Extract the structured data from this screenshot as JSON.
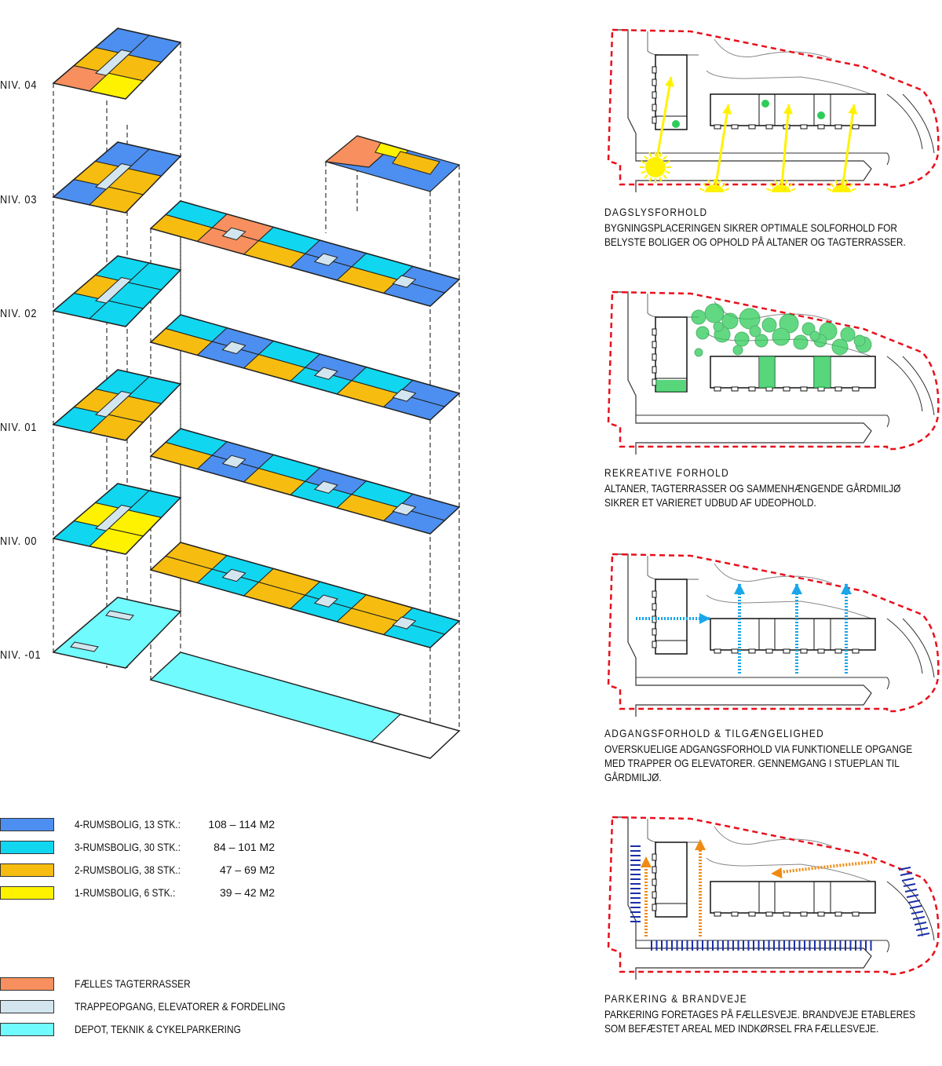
{
  "levels": [
    "NIV. 04",
    "NIV. 03",
    "NIV. 02",
    "NIV. 01",
    "NIV. 00",
    "NIV. -01"
  ],
  "legend_units": [
    {
      "label": "4-RUMSBOLIG, 13 STK.:",
      "area": "108 – 114 M2",
      "color": "#4d8ff0"
    },
    {
      "label": "3-RUMSBOLIG, 30 STK.:",
      "area": "84 – 101 M2",
      "color": "#11d6f0"
    },
    {
      "label": "2-RUMSBOLIG, 38 STK.:",
      "area": "47 – 69 M2",
      "color": "#f6bd10"
    },
    {
      "label": "1-RUMSBOLIG, 6 STK.:",
      "area": "39 – 42 M2",
      "color": "#fff200"
    }
  ],
  "legend_other": [
    {
      "label": "FÆLLES TAGTERRASSER",
      "color": "#f7905e"
    },
    {
      "label": "TRAPPEOPGANG, ELEVATORER & FORDELING",
      "color": "#d3e6f0"
    },
    {
      "label": "DEPOT, TEKNIK & CYKELPARKERING",
      "color": "#70fbff"
    }
  ],
  "panels": [
    {
      "title": "DAGSLYSFORHOLD",
      "description": "BYGNINGSPLACERINGEN SIKRER OPTIMALE SOLFORHOLD FOR BELYSTE BOLIGER OG OPHOLD PÅ ALTANER OG TAGTERRASSER."
    },
    {
      "title": "REKREATIVE FORHOLD",
      "description": "ALTANER, TAGTERRASSER OG SAMMENHÆNGENDE GÅRDMILJØ SIKRER ET VARIERET UDBUD AF UDEOPHOLD."
    },
    {
      "title": "ADGANGSFORHOLD & TILGÆNGELIGHED",
      "description": "OVERSKUELIGE ADGANGSFORHOLD VIA FUNKTIONELLE OPGANGE MED TRAPPER OG ELEVATORER. GENNEMGANG I STUEPLAN TIL GÅRDMILJØ."
    },
    {
      "title": "PARKERING & BRANDVEJE",
      "description": "PARKERING FORETAGES PÅ FÆLLESVEJE. BRANDVEJE ETABLERES SOM BEFÆSTET AREAL MED INDKØRSEL FRA FÆLLESVEJE."
    }
  ],
  "colors": {
    "boundary": "#e8101c",
    "sun": "#fff200",
    "green": "#2ecc5a",
    "access": "#1aa6e8",
    "parking": "#f08a12",
    "fireroad": "#1a2ea8"
  }
}
